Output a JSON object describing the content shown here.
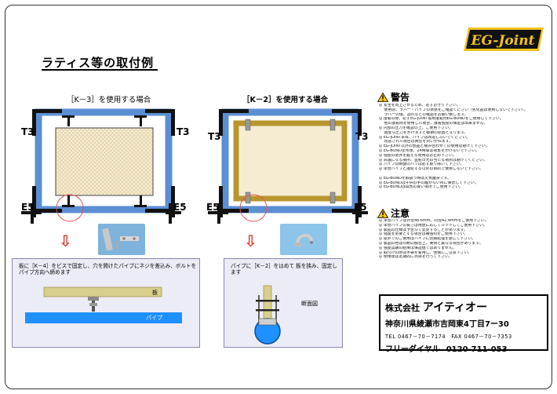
{
  "logo": {
    "text": "EG-Joint"
  },
  "page_title": "ラティス等の取付例",
  "left_panel": {
    "caption": "［K－3］を使用する場合",
    "labels": {
      "top_left": "T3",
      "top_right": "T3",
      "bottom_left": "E5",
      "bottom_right": "E5"
    },
    "arrow": "⇩",
    "detail_text": "板に［K－4］をビスで固定し、穴を開けたパイプにネジを差込み、ボルトをパイプ方向へ締めます",
    "detail_labels": {
      "board": "板",
      "pipe": "パイプ"
    }
  },
  "right_panel": {
    "caption": "［K－2］を使用する場合",
    "labels": {
      "top_left": "T3",
      "top_right": "T3",
      "bottom_left": "E5",
      "bottom_right": "E5"
    },
    "arrow": "⇩",
    "detail_text": "パイプに［K－2］をはめて 板を挟み、固定します",
    "detail_labels": {
      "section": "断面図"
    }
  },
  "warning": {
    "title": "警告",
    "items": [
      "◎ 安全を向上させるため、必ずお守り下さい。",
      "　 使用前、ラバー・パイプの状態をご確認ください（劣化品は使用しないで下さい）。",
      "　 ラバーの傷、割れなどの確認をお願い致します。",
      "◎ 接着の際、必ずEG-JOINT専用接着剤EG-BONDをご使用して下さい。",
      "　 他の接着剤を使用した場合、接着強度の保証は出来ません。",
      "◎ 内部の圧力を確認の上、ご使用下さい。",
      "　 過度な圧力をかけますと破損の原因となります。",
      "◎ EG-JOINT本体、パイプは改造しないでください。",
      "　 改造された場合は責任を負いかねます。",
      "◎ EG-JOINT以外の部品と組み合わせての使用は避けて下さい。",
      "◎ EG-BOND塗布後、24時間は荷重をかけないで下さい。",
      "◎ 強度の限界を超える使用はお止め下さい。",
      "◎ 高温になる場所、直射日光の当たる場所は避けてください。",
      "◎ パイプ切断面のバリは必ず取り除いて下さい。",
      "◎ 単管パイプと接続する以外の目的で使用しないで下さい。",
      "",
      "◎ EG-BONDを取扱う時は火気厳禁です。",
      "◎ EG-BONDは子供の手の届かない所に保管して下さい。",
      "◎ EG-BONDは換気の良い場所でご使用下さい。"
    ]
  },
  "caution": {
    "title": "注意",
    "items": [
      "◎ 単管パイプは外径48.6mm、内径42.4mmをご使用下さい。",
      "◎ 単管パイプの長さは用途に応じてカットしてご使用下さい。",
      "◎ 製品の仕様は予告なく変更することがあります。",
      "◎ 強度を必要とする場合は補強材をご使用下さい。",
      "◎ 屋外でのご使用はパイプに防錆処理を施して下さい。",
      "◎ 製品の色は印刷の都合上、実物と異なる場合があります。",
      "◎ 強度試験の結果は保証値ではありません。",
      "◎ 取付けの際は手袋を着用し、怪我にご注意下さい。",
      "◎ 使用後は定期的に点検を行って下さい。"
    ]
  },
  "company": {
    "prefix": "株式会社",
    "name": "アイティオー",
    "address": "神奈川県綾瀬市吉岡東4丁目7ー30",
    "tel": "TEL 0467－70－7174　FAX 0467－70－7353",
    "free_label": "フリーダイヤル",
    "free_number": "0120-711-053"
  },
  "colors": {
    "frame_blue": "#5b8fd4",
    "frame_gold": "#b8962e",
    "panel_cream": "#f6ecd2",
    "board_tan": "#d9cf8c",
    "pipe_blue": "#1e90ff",
    "circle_red": "#e25555",
    "arrow_red": "#d93a2f",
    "detail_bg": "#ececf6"
  }
}
